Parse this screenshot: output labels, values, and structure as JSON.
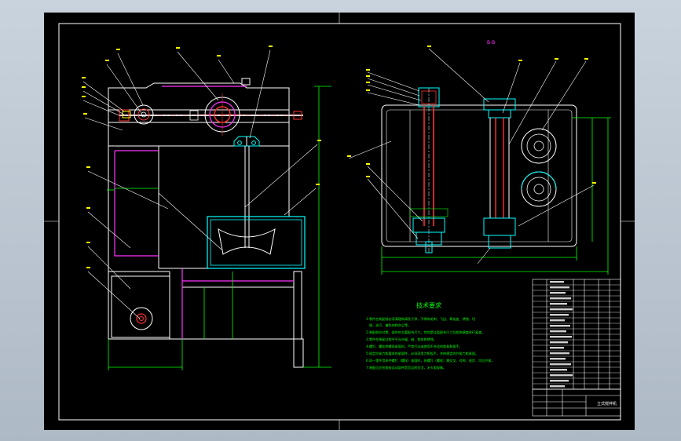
{
  "drawing": {
    "section_label": "B-B",
    "tech_requirements": {
      "title": "技术要求",
      "items": [
        "1.零件在装配前必须清理和清洗干净，不得有毛刺、飞边、氧化皮、锈蚀、切",
        "屑、油污、着色剂和灰尘等。",
        "2.装配前应对零、部件的主要配合尺寸，特别是过盈配合尺寸及相关精度进行复查。",
        "3.零件在装配过程中不允许磕、碰、划伤和锈蚀。",
        "4.螺钉、螺栓和螺母紧固时，严禁打击或使用不合适的旋具和扳手。",
        "5.规定拧紧力矩要求的紧固件，必须采用力矩扳手，并按规定的拧紧力矩紧固。",
        "6.同一零件用多件螺钉（螺栓）紧固时，各螺钉（螺栓）需交叉、对称、逐步、均匀拧紧。",
        "7.装配后应检查各运动部件是否运转灵活，无卡阻现象。"
      ]
    },
    "title_block": {
      "drawing_name": "立式搅拌机"
    }
  }
}
